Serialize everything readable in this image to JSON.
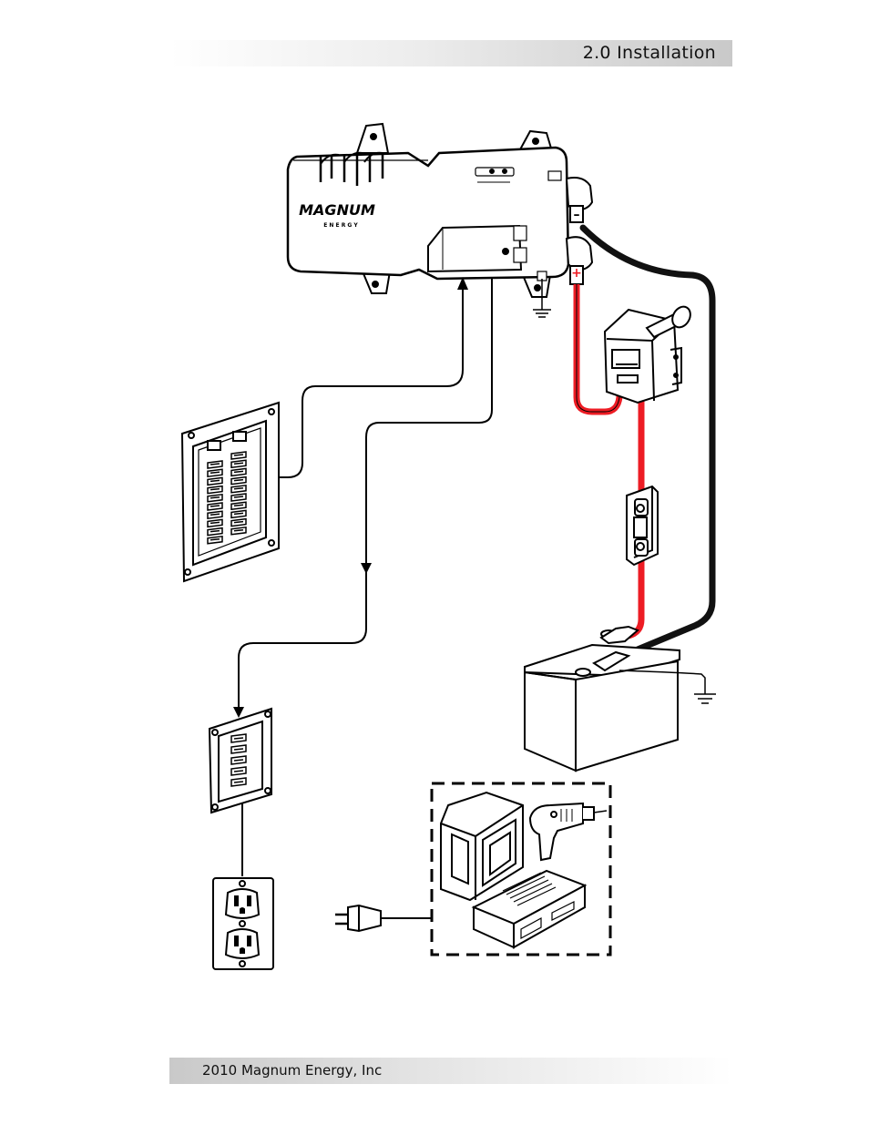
{
  "header": {
    "section_title": "2.0 Installation"
  },
  "footer": {
    "copyright": "2010 Magnum Energy, Inc"
  },
  "inverter": {
    "brand": "MAGNUM",
    "brand_sub": "E N E R G Y"
  },
  "terminals": {
    "negative": "–",
    "positive": "+"
  },
  "icons": [
    "inverter-icon",
    "ground-icon",
    "battery-icon",
    "fuse-icon",
    "disconnect-switch-icon",
    "ac-panel-icon",
    "sub-panel-icon",
    "outlet-icon",
    "plug-icon",
    "tv-icon",
    "drill-icon",
    "vcr-icon"
  ],
  "colors": {
    "positive_cable": "#ed1c24",
    "negative_cable": "#111111",
    "line": "#000000"
  }
}
